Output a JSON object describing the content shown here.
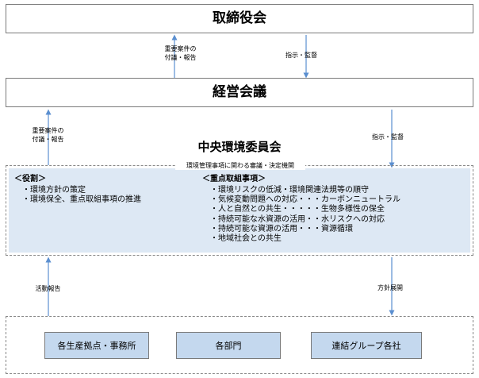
{
  "board": {
    "label": "取締役会"
  },
  "management": {
    "label": "経営会議"
  },
  "committee": {
    "title": "中央環境委員会",
    "subtitle": "環境管理事項に関わる審議・決定機関"
  },
  "arrows": {
    "report_up_1": [
      "重要案件の",
      "付議・報告"
    ],
    "instruct_down_1": "指示・監督",
    "report_up_2": [
      "重要案件の",
      "付議・報告"
    ],
    "instruct_down_2": "指示・監督",
    "activity_report": "活動報告",
    "policy_deploy": "方針展開"
  },
  "roles": {
    "header": "＜役割＞",
    "items": [
      "・環境方針の策定",
      "・環境保全、重点取組事項の推進"
    ]
  },
  "priorities": {
    "header": "＜重点取組事項＞",
    "items": [
      "・環境リスクの低減・環境関連法規等の順守",
      "・気候変動問題への対応・・・カーボンニュートラル",
      "・人と自然との共生・・・・・生物多様性の保全",
      "・持続可能な水資源の活用・・水リスクへの対応",
      "・持続可能な資源の活用・・・資源循環",
      "・地域社会との共生"
    ]
  },
  "units": [
    "各生産拠点・事務所",
    "各部門",
    "連結グループ各社"
  ],
  "colors": {
    "arrow": "#5b8fd0",
    "panel": "#dde8f4",
    "unit": "#c4d8ee"
  }
}
